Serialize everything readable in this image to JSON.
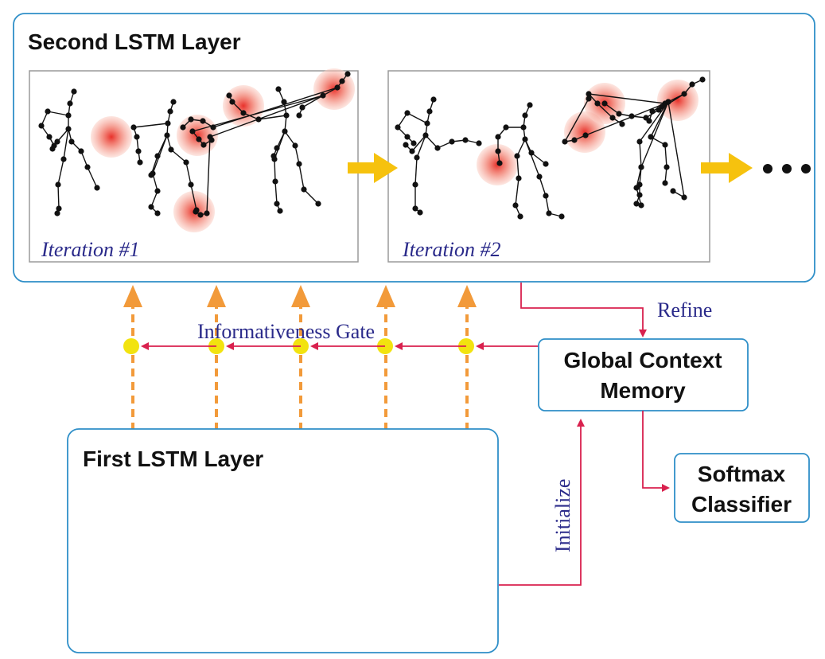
{
  "second_layer": {
    "title": "Second LSTM Layer"
  },
  "first_layer": {
    "title": "First LSTM Layer"
  },
  "iterations": [
    {
      "label": "Iteration #1"
    },
    {
      "label": "Iteration #2"
    }
  ],
  "gate": {
    "label": "Informativeness Gate"
  },
  "memory": {
    "line1": "Global Context",
    "line2": "Memory"
  },
  "classifier": {
    "line1": "Softmax",
    "line2": "Classifier"
  },
  "arrows": {
    "refine": "Refine",
    "initialize": "Initialize"
  },
  "colors": {
    "box_border": "#2f8fc8",
    "arrow_orange": "#f29a3a",
    "arrow_red": "#d9214e",
    "gate_dot": "#f2e30f",
    "iteration_arrow": "#f6c20e",
    "attention_glow": "#e8302a"
  }
}
